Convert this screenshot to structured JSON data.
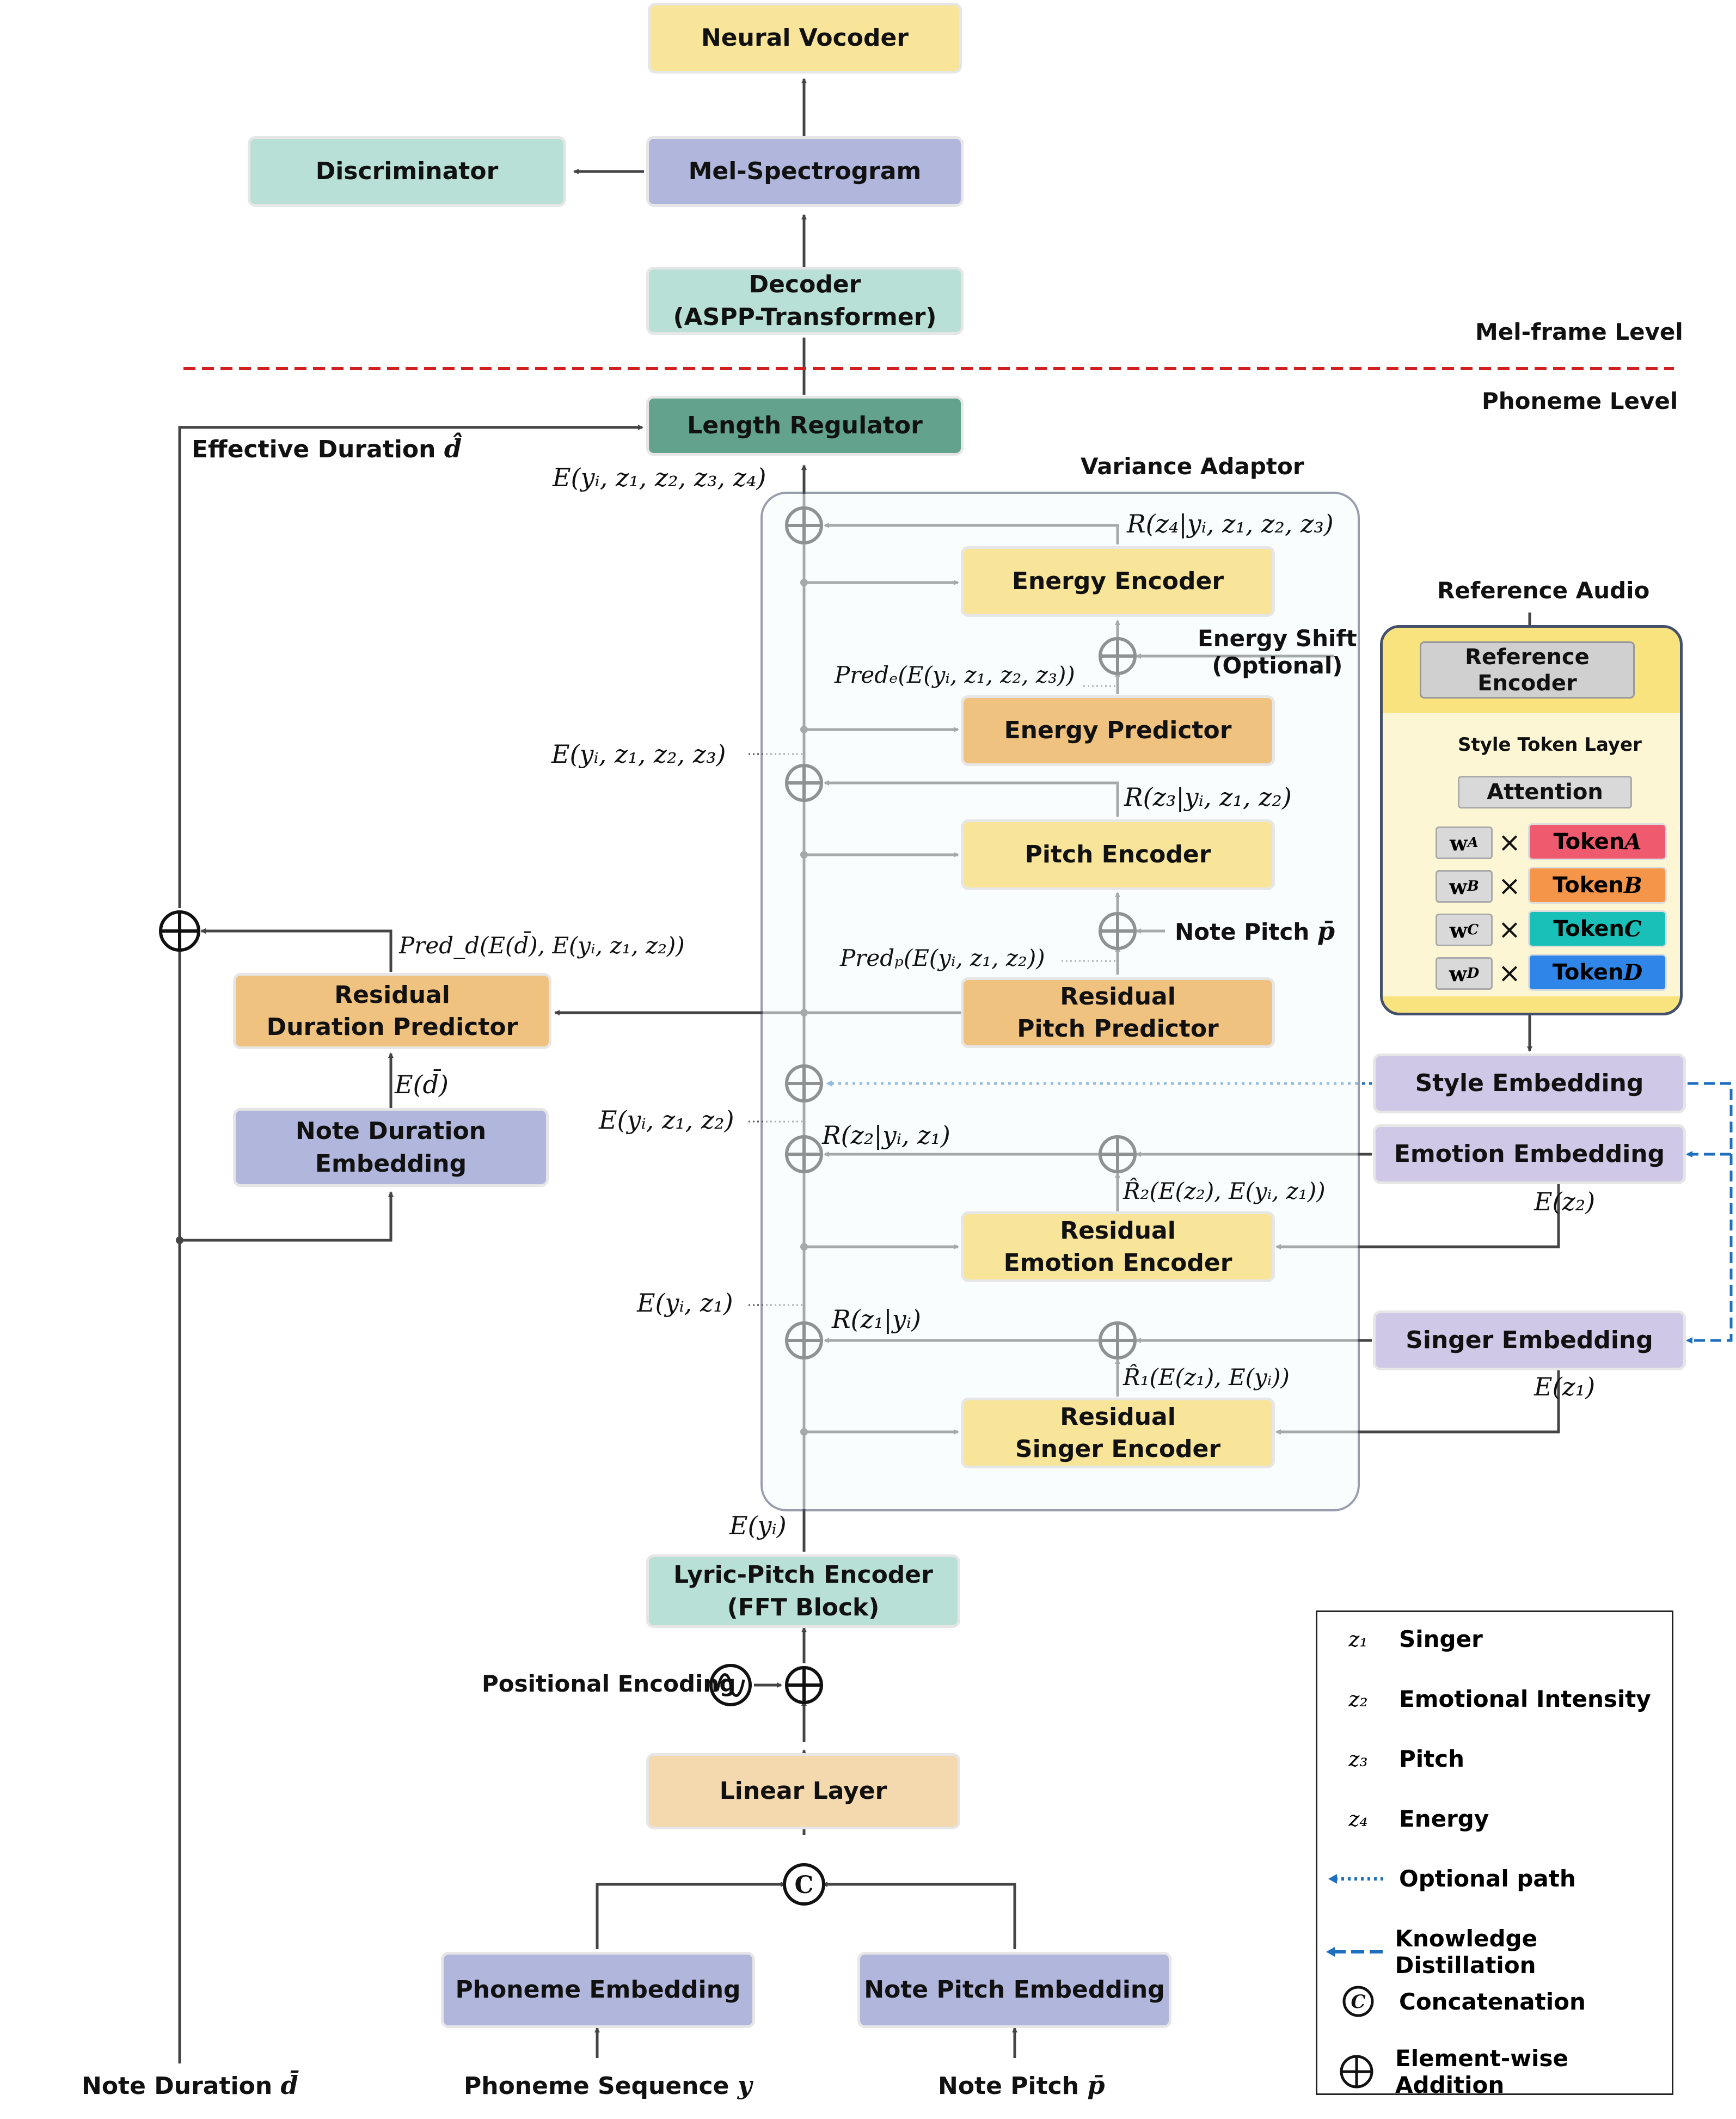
{
  "levels": {
    "mel_frame": "Mel-frame Level",
    "phoneme": "Phoneme Level"
  },
  "boxes": {
    "neural_vocoder": "Neural Vocoder",
    "mel_spectrogram": "Mel-Spectrogram",
    "discriminator": "Discriminator",
    "decoder_l1": "Decoder",
    "decoder_l2": "(ASPP-Transformer)",
    "length_regulator": "Length Regulator",
    "energy_encoder": "Energy Encoder",
    "energy_predictor": "Energy Predictor",
    "pitch_encoder": "Pitch Encoder",
    "res_pitch_l1": "Residual",
    "res_pitch_l2": "Pitch Predictor",
    "res_dur_l1": "Residual",
    "res_dur_l2": "Duration Predictor",
    "note_dur_emb_l1": "Note Duration",
    "note_dur_emb_l2": "Embedding",
    "res_emotion_l1": "Residual",
    "res_emotion_l2": "Emotion Encoder",
    "res_singer_l1": "Residual",
    "res_singer_l2": "Singer Encoder",
    "lyric_pitch_l1": "Lyric-Pitch Encoder",
    "lyric_pitch_l2": "(FFT Block)",
    "linear_layer": "Linear Layer",
    "phoneme_embedding": "Phoneme Embedding",
    "note_pitch_embedding": "Note Pitch Embedding",
    "style_embedding": "Style Embedding",
    "emotion_embedding": "Emotion Embedding",
    "singer_embedding": "Singer Embedding"
  },
  "variance_adaptor": {
    "title": "Variance Adaptor"
  },
  "style_module": {
    "reference_audio": "Reference Audio",
    "reference_encoder_l1": "Reference",
    "reference_encoder_l2": "Encoder",
    "style_token_layer": "Style Token Layer",
    "attention": "Attention",
    "weights": [
      "w",
      "w",
      "w",
      "w"
    ],
    "weight_subs": [
      "A",
      "B",
      "C",
      "D"
    ],
    "tokens": [
      {
        "label": "Token ",
        "letter": "A",
        "color": "#ef5a6f"
      },
      {
        "label": "Token ",
        "letter": "B",
        "color": "#f5954a"
      },
      {
        "label": "Token ",
        "letter": "C",
        "color": "#18c0b8"
      },
      {
        "label": "Token ",
        "letter": "D",
        "color": "#2f86e8"
      }
    ]
  },
  "labels": {
    "effective_duration": "Effective Duration",
    "energy_shift_l1": "Energy Shift",
    "energy_shift_l2": "(Optional)",
    "note_pitch_input": "Note Pitch",
    "positional_encoding": "Positional Encoding",
    "note_duration_input": "Note Duration",
    "phoneme_sequence_input": "Phoneme Sequence",
    "note_pitch_bottom": "Note Pitch"
  },
  "math": {
    "e_all": "E(yᵢ, z₁, z₂, z₃, z₄)",
    "r_z4": "R(z₄|yᵢ, z₁, z₂, z₃)",
    "pred_e": "Predₑ(E(yᵢ, z₁, z₂, z₃))",
    "e_z123": "E(yᵢ, z₁, z₂, z₃)",
    "r_z3": "R(z₃|yᵢ, z₁, z₂)",
    "pred_d": "Pred_d(E(d̄), E(yᵢ, z₁, z₂))",
    "pred_p": "Predₚ(E(yᵢ, z₁, z₂))",
    "e_dbar": "E(d̄)",
    "e_z12": "E(yᵢ, z₁, z₂)",
    "r_z2": "R(z₂|yᵢ, z₁)",
    "r2_hat": "R̂₂(E(z₂), E(yᵢ, z₁))",
    "e_z2": "E(z₂)",
    "e_z1_comb": "E(yᵢ, z₁)",
    "r_z1": "R(z₁|yᵢ)",
    "r1_hat": "R̂₁(E(z₁), E(yᵢ))",
    "e_z1": "E(z₁)",
    "e_yi": "E(yᵢ)",
    "d_hat": "d̂",
    "p_bar": "p̄",
    "d_bar": "d̄",
    "y": "y",
    "p_bar2": "p̄"
  },
  "legend": [
    {
      "symbol": "z₁",
      "label": "Singer"
    },
    {
      "symbol": "z₂",
      "label": "Emotional Intensity"
    },
    {
      "symbol": "z₃",
      "label": "Pitch"
    },
    {
      "symbol": "z₄",
      "label": "Energy"
    },
    {
      "symbol": "dotted-arrow",
      "label": "Optional path"
    },
    {
      "symbol": "dashed-arrow",
      "label": "Knowledge Distillation"
    },
    {
      "symbol": "concat-icon",
      "label": "Concatenation"
    },
    {
      "symbol": "plus-icon",
      "label": "Element-wise Addition"
    }
  ],
  "colors": {
    "divider": "#d02020",
    "optional_path": "#1f6fbf",
    "arrow": "#444444",
    "length_regulator": "#63a38e"
  }
}
